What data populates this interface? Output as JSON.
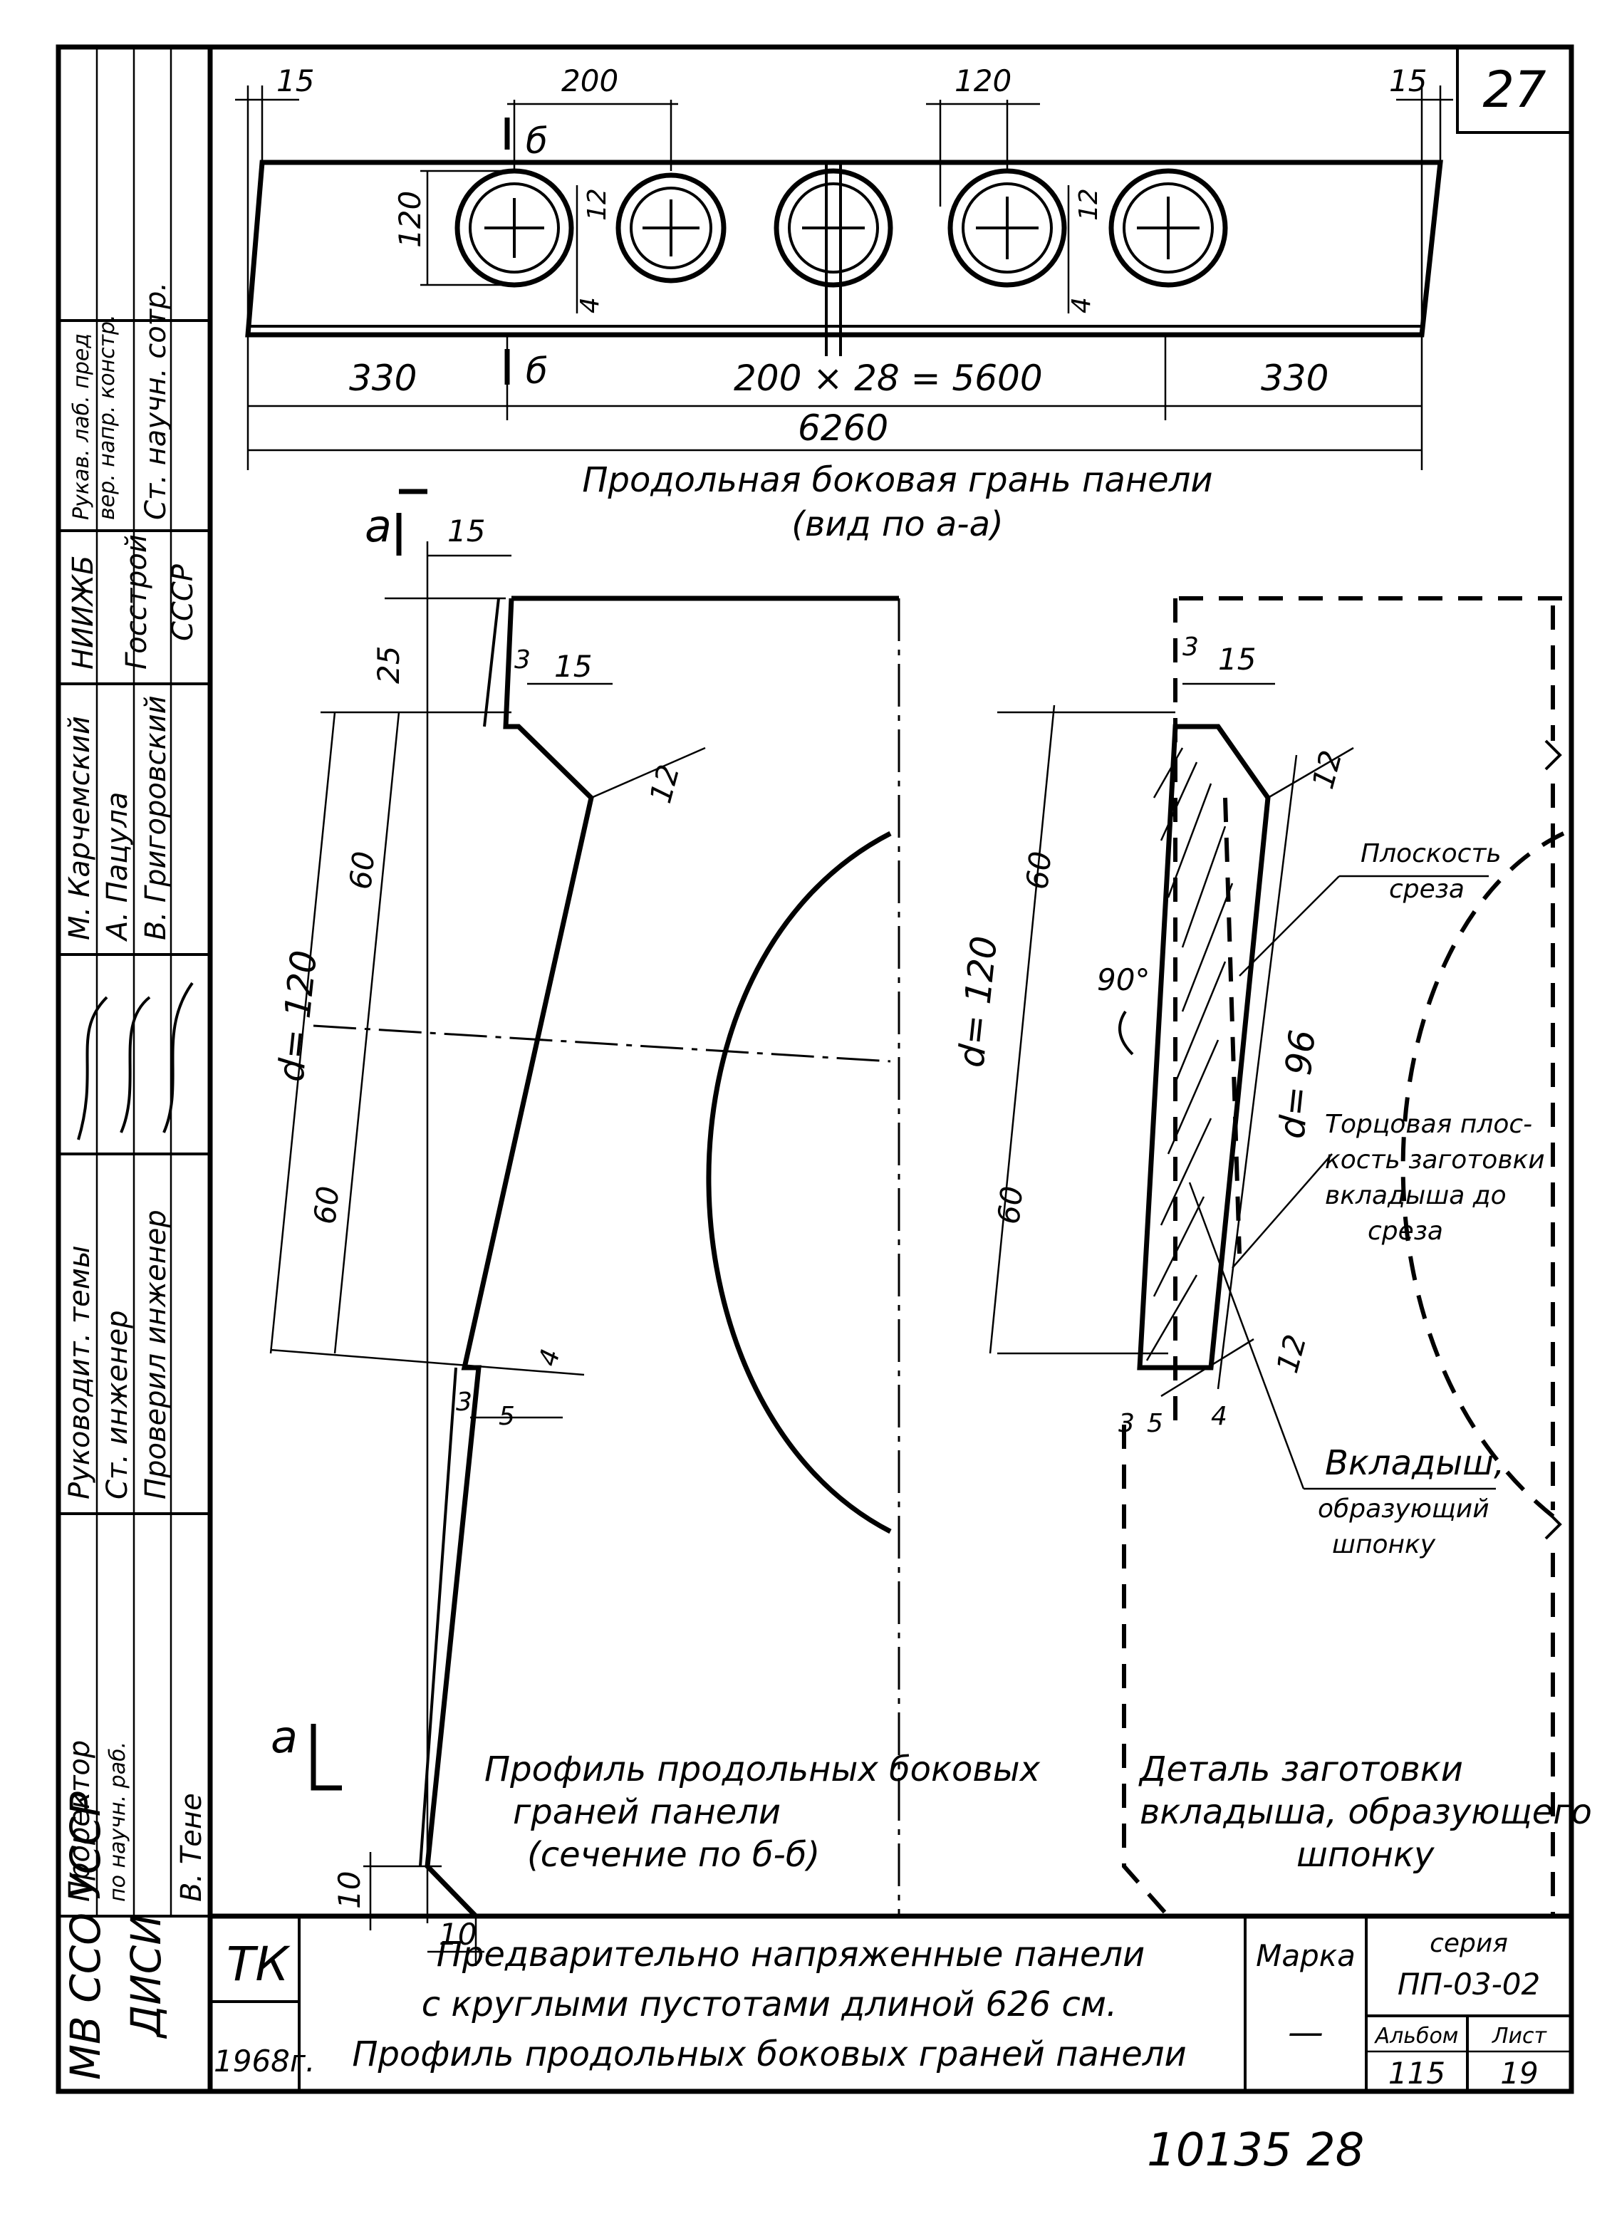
{
  "sheet": {
    "number": "27",
    "bottom_number": "10135 28"
  },
  "top_view": {
    "title": "Продольная боковая грань панели",
    "subtitle": "(вид по а-а)",
    "dims": {
      "end_left": "15",
      "end_right": "15",
      "spacing": "200",
      "hole_offset": "120",
      "hole_height": "120",
      "lip_top": "12",
      "lip_bottom": "4",
      "lip_top_r": "12",
      "lip_bottom_r": "4",
      "section_top": "б",
      "section_bottom": "б",
      "left_seg": "330",
      "middle_seg": "200 × 28 = 5600",
      "right_seg": "330",
      "total": "6260"
    }
  },
  "profile": {
    "mark_top": "a",
    "mark_bottom": "a",
    "caption_line1": "Профиль продольных боковых",
    "caption_line2": "граней панели",
    "caption_line3": "(сечение по б-б)",
    "dims": {
      "d15": "15",
      "d25": "25",
      "d3a": "3",
      "d15b": "15",
      "d12": "12",
      "d60a": "60",
      "d120": "d= 120",
      "d60b": "60",
      "d4": "4",
      "d3b": "3",
      "d5": "5",
      "d10a": "10",
      "d10b": "10"
    }
  },
  "detail": {
    "caption_line1": "Деталь заготовки",
    "caption_line2": "вкладыша, образующего",
    "caption_line3": "шпонку",
    "dims": {
      "d3": "3",
      "d15": "15",
      "d12": "12",
      "d60a": "60",
      "d120": "d= 120",
      "d60b": "60",
      "d96": "d= 96",
      "angle": "90°",
      "d3b": "3",
      "d5": "5",
      "d4": "4",
      "d12b": "12"
    },
    "notes": {
      "cut_plane_1": "Плоскость",
      "cut_plane_2": "среза",
      "end_plane_1": "Торцовая плос-",
      "end_plane_2": "кость заготовки",
      "end_plane_3": "вкладыша до",
      "end_plane_4": "среза",
      "insert_1": "Вкладыш,",
      "insert_2": "образующий",
      "insert_3": "шпонку"
    }
  },
  "title_block": {
    "code": "ТК",
    "year": "1968г.",
    "title_line1": "Предварительно напряженные панели",
    "title_line2": "с круглыми пустотами длиной 626 см.",
    "title_line3": "Профиль продольных боковых граней панели",
    "mark_label": "Марка",
    "mark_value": "—",
    "series_label": "серия",
    "series_value": "ПП-03-02",
    "album_label": "Альбом",
    "album_value": "115",
    "sheet_label": "Лист",
    "sheet_value": "19"
  },
  "side_stamp": {
    "org_1": "МВ ССО УССР",
    "org_2": "ДИСИ",
    "role_1": "Проректор",
    "role_1b": "по научн. раб.",
    "role_2": "Руководит. темы",
    "role_3": "Ст. инженер",
    "role_4": "Проверил инженер",
    "name_1": "В. Тене",
    "name_2": "М. Карчемский",
    "name_3": "А. Пацула",
    "name_4": "В. Григоровский",
    "inst_1": "НИИЖБ",
    "inst_2": "Госстрой",
    "inst_3": "СССР",
    "role_5": "Рукав. лаб. пред",
    "role_6": "вер. напр. констр.",
    "role_7": "Ст. научн. сотр."
  }
}
